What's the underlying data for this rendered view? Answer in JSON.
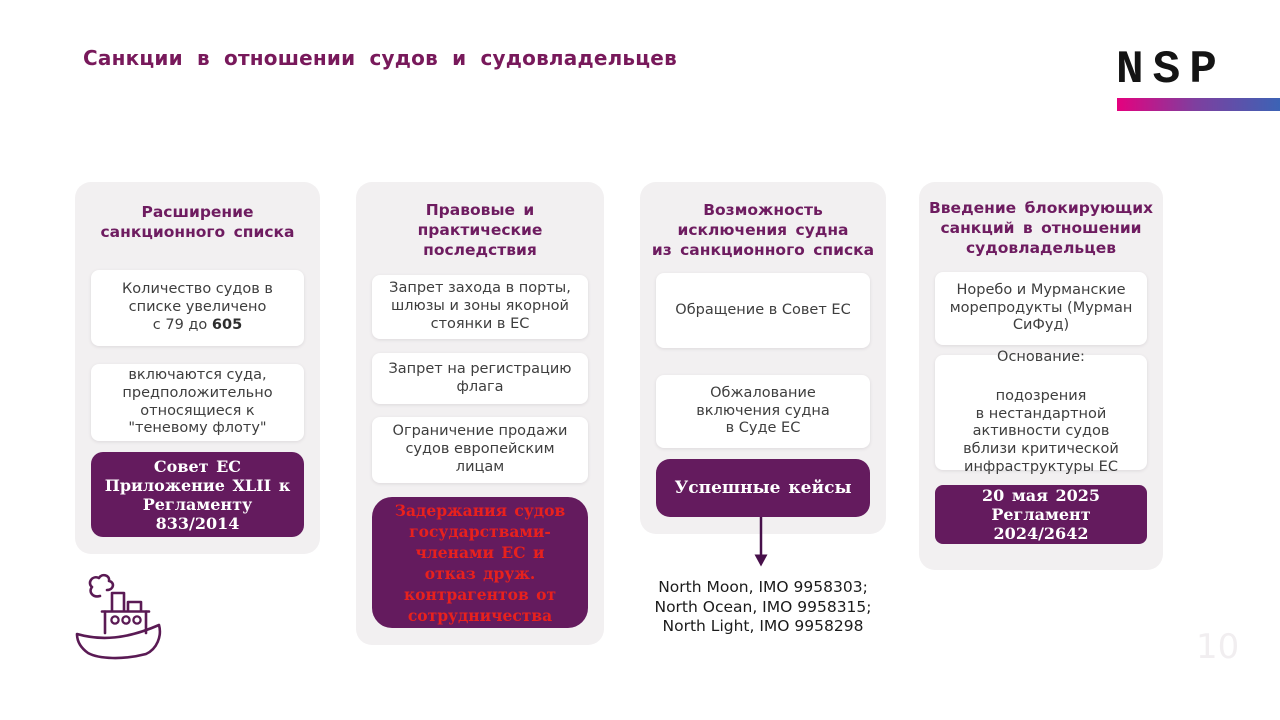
{
  "slide": {
    "title": "Санкции в отношении судов и судовладельцев",
    "page_number": "10"
  },
  "logo": {
    "text": "NSP"
  },
  "colors": {
    "title_text": "#78195B",
    "header_text": "#6E1C60",
    "highlight_card_bg": "#641B5E",
    "alert_text_red": "#E8211D",
    "body_text": "#3E3E3E",
    "column_bg": "#F2F0F1",
    "logo_gradient_start": "#E5017E",
    "logo_gradient_end": "#3C63B5"
  },
  "columns": [
    {
      "header": "Расширение\nсанкционного списка",
      "card1_pre": "Количество судов в\nсписке увеличено\nс 79 до ",
      "card1_bold": "605",
      "card2": "включаются суда,\nпредположительно\nотносящиеся к\n\"теневому флоту\"",
      "highlight": "Совет ЕС\nПриложение XLII к\nРегламенту\n833/2014"
    },
    {
      "header": "Правовые и\nпрактические\nпоследствия",
      "card1": "Запрет захода в порты,\nшлюзы и зоны якорной\nстоянки в ЕС",
      "card2": "Запрет на регистрацию\nфлага",
      "card3": "Ограничение продажи\nсудов европейским\nлицам",
      "highlight": "Задержания судов\nгосударствами-\nчленами ЕС и\nотказ друж.\nконтрагентов от\nсотрудничества"
    },
    {
      "header": "Возможность\nисключения судна\nиз санкционного списка",
      "card1": "Обращение в Совет ЕС",
      "card2": "Обжалование\nвключения судна\nв Суде ЕС",
      "highlight": "Успешные кейсы",
      "footnote": "North Moon, IMO 9958303;\nNorth Ocean, IMO 9958315;\nNorth Light, IMO 9958298"
    },
    {
      "header": "Введение блокирующих\nсанкций в отношении\nсудовладельцев",
      "card1": "Норебо и Мурманские\nморепродукты (Мурман\nСиФуд)",
      "card2_label": "Основание:",
      "card2_text": "подозрения\nв нестандартной\nактивности судов\nвблизи критической\nинфраструктуры ЕС",
      "highlight": "20 мая 2025\nРегламент\n2024/2642"
    }
  ]
}
